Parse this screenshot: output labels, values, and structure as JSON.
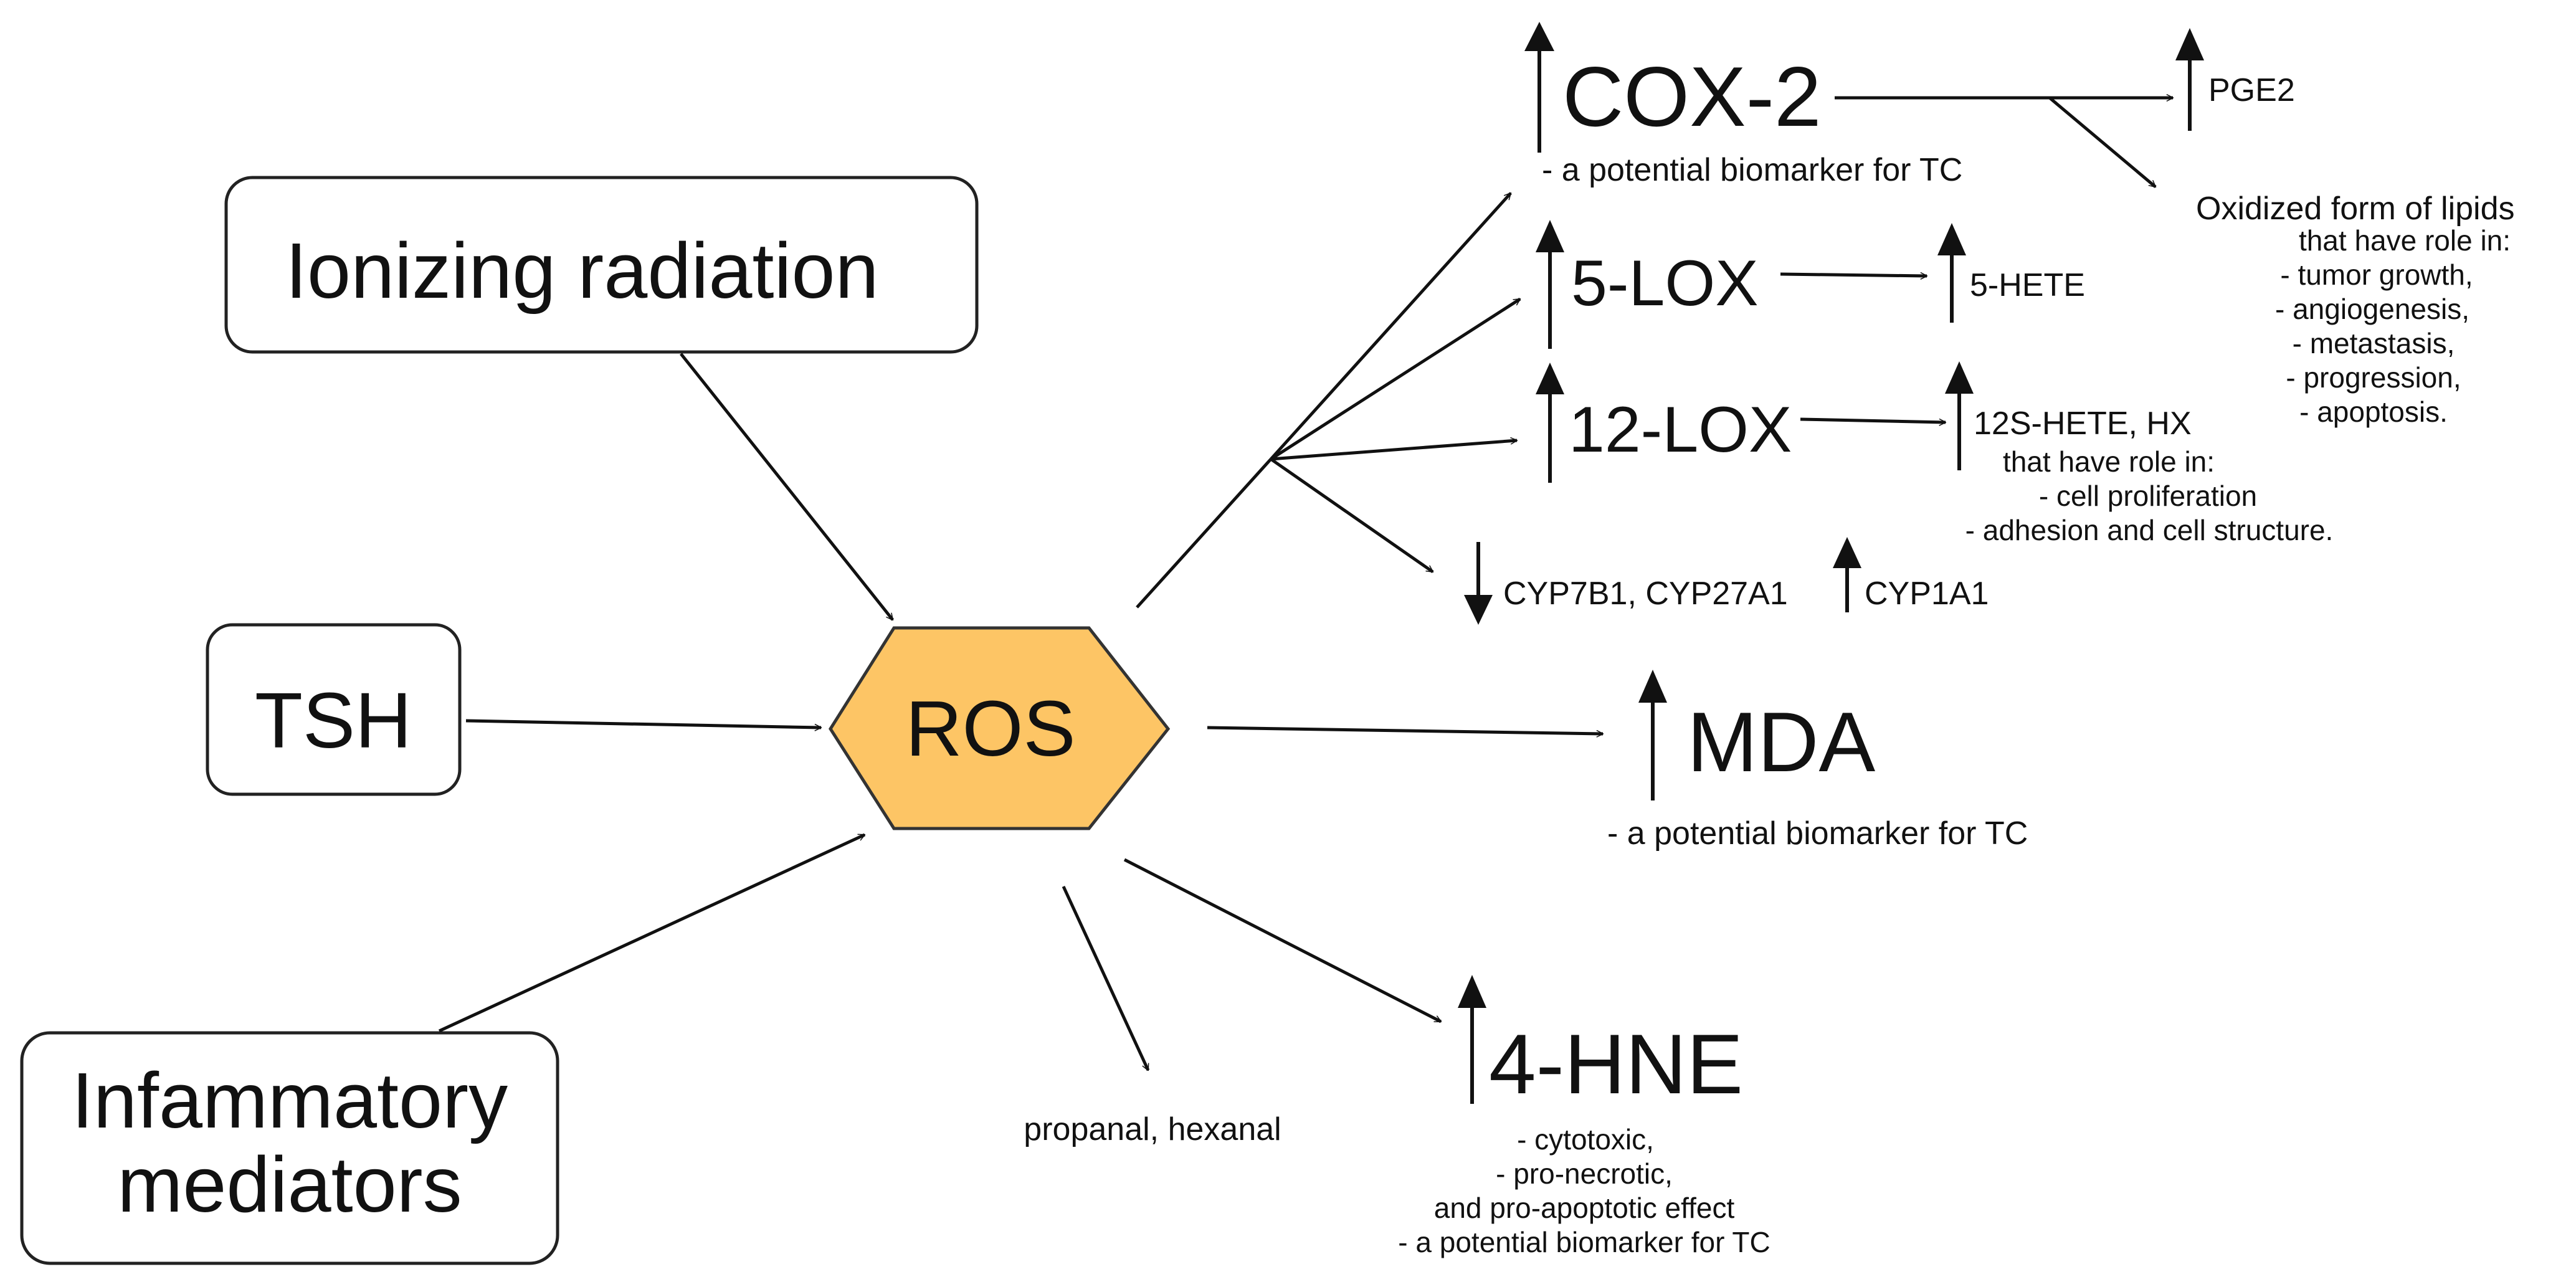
{
  "sources": {
    "ionizing_radiation": "Ionizing radiation",
    "tsh": "TSH",
    "inflammatory_line1": "Infammatory",
    "inflammatory_line2": "mediators"
  },
  "ros": {
    "label": "ROS",
    "fill_color": "#FDC565",
    "text_color": "#F26B1D"
  },
  "cox2": {
    "label": "COX-2",
    "note": "- a potential biomarker for TC"
  },
  "pge2": "PGE2",
  "oxidized_lipids": {
    "title": "Oxidized form of lipids",
    "lines": [
      "that have role in:",
      "- tumor growth,",
      "- angiogenesis,",
      "- metastasis,",
      "- progression,",
      "- apoptosis."
    ]
  },
  "lox5": {
    "label": "5-LOX",
    "product": "5-HETE"
  },
  "lox12": {
    "label": "12-LOX",
    "product": "12S-HETE, HX",
    "lines": [
      "that have role in:",
      "- cell proliferation",
      "- adhesion and cell structure."
    ]
  },
  "cyp": {
    "down": "CYP7B1, CYP27A1",
    "up": "CYP1A1"
  },
  "mda": {
    "label": "MDA",
    "note": "- a potential biomarker for TC"
  },
  "hne": {
    "label": "4-HNE",
    "lines": [
      "- cytotoxic,",
      "- pro-necrotic,",
      "and pro-apoptotic effect",
      "- a potential biomarker for TC"
    ]
  },
  "propanal": "propanal, hexanal"
}
